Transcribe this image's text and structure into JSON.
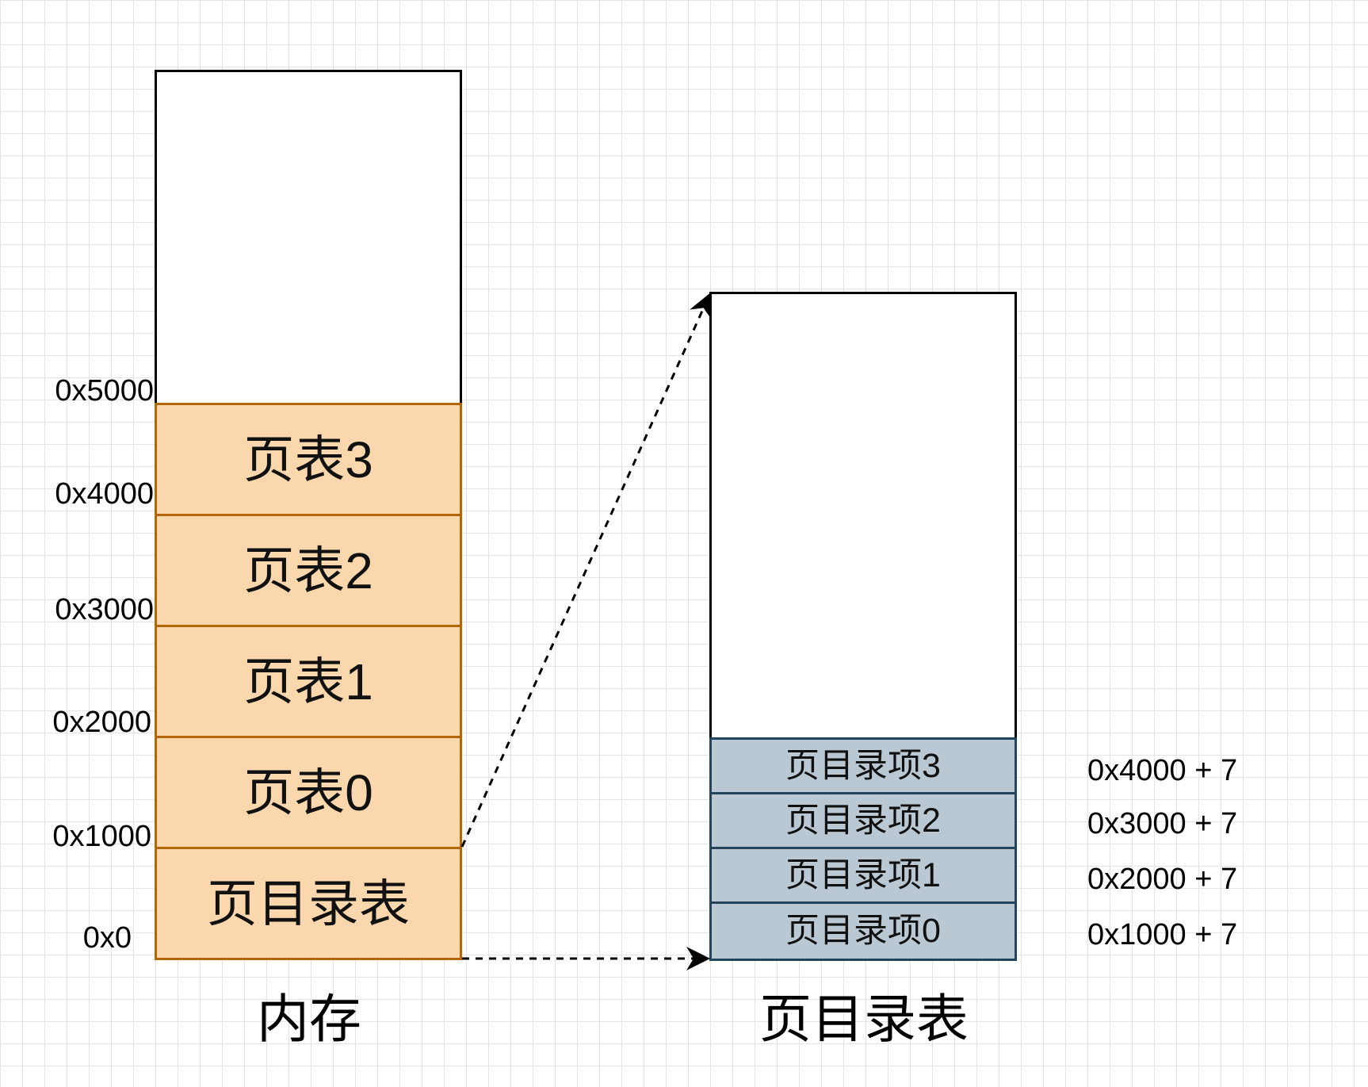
{
  "memory": {
    "caption": "内存",
    "cells": [
      "页表3",
      "页表2",
      "页表1",
      "页表0",
      "页目录表"
    ],
    "addresses": [
      "0x5000",
      "0x4000",
      "0x3000",
      "0x2000",
      "0x1000",
      "0x0"
    ]
  },
  "page_directory": {
    "caption": "页目录表",
    "entries": [
      "页目录项3",
      "页目录项2",
      "页目录项1",
      "页目录项0"
    ],
    "entry_values": [
      "0x4000 + 7",
      "0x3000 + 7",
      "0x2000 + 7",
      "0x1000 + 7"
    ]
  },
  "colors": {
    "page_table_fill": "#fad7ac",
    "page_table_border": "#b46504",
    "directory_entry_fill": "#bac8d3",
    "directory_entry_border": "#23445d"
  }
}
